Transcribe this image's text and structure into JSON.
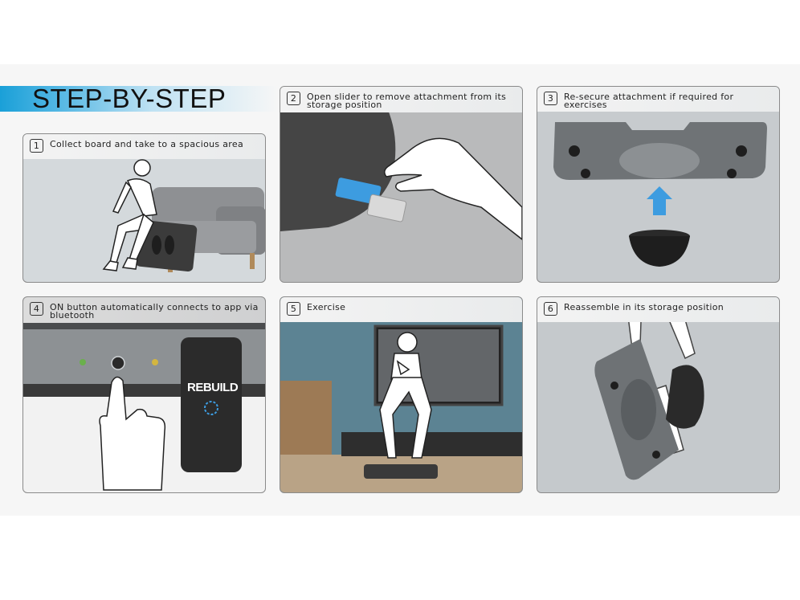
{
  "title": "STEP-BY-STEP",
  "steps": [
    {
      "number": "1",
      "text": "Collect board and take to a spacious area"
    },
    {
      "number": "2",
      "text": "Open slider to remove attachment from its storage position"
    },
    {
      "number": "3",
      "text": "Re-secure attachment if required for exercises"
    },
    {
      "number": "4",
      "text": "ON button automatically connects to app via bluetooth"
    },
    {
      "number": "5",
      "text": "Exercise"
    },
    {
      "number": "6",
      "text": "Reassemble in its storage position"
    }
  ],
  "phone_brand": "REBUILD",
  "colors": {
    "accent": "#1aa0d8",
    "attachment_blue": "#3d9ce0"
  }
}
